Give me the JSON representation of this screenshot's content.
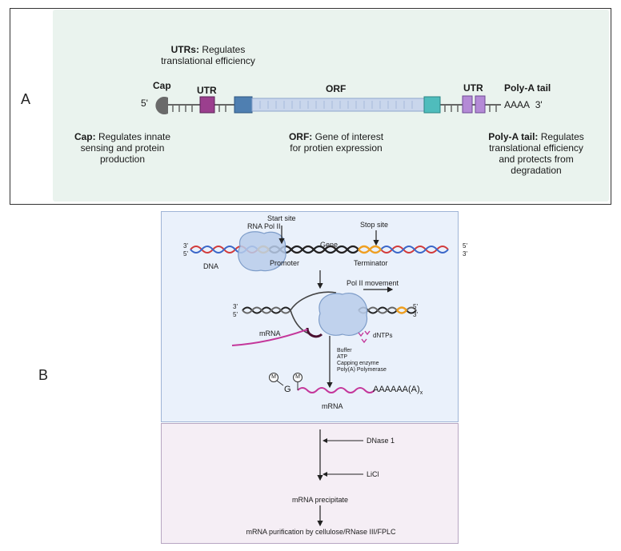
{
  "panel_a": {
    "letter": "A",
    "five_prime": "5'",
    "three_prime": "3'",
    "cap_label": "Cap",
    "utr_left_label": "UTR",
    "orf_label": "ORF",
    "utr_right_label": "UTR",
    "polya_label": "Poly-A tail",
    "polya_seq": "AAAA",
    "utrs_note_bold": "UTRs:",
    "utrs_note_line1": "Regulates",
    "utrs_note_line2": "translational efficiency",
    "cap_note_bold": "Cap:",
    "cap_note_line1": "Regulates innate",
    "cap_note_line2": "sensing and protein",
    "cap_note_line3": "production",
    "orf_note_bold": "ORF:",
    "orf_note_line1": "Gene of interest",
    "orf_note_line2": "for protien expression",
    "polya_note_bold": "Poly-A tail:",
    "polya_note_line1": "Regulates",
    "polya_note_line2": "translational efficiency",
    "polya_note_line3": "and protects from",
    "polya_note_line4": "degradation",
    "colors": {
      "utr_left": "#9b3f8e",
      "orf_left": "#4f7fb1",
      "orf_body": "#c9d6ec",
      "orf_right": "#4fbcbc",
      "utr_right": "#b48ad6"
    }
  },
  "panel_b": {
    "letter": "B",
    "rna_pol": "RNA Pol II",
    "start_site": "Start site",
    "stop_site": "Stop site",
    "gene": "Gene",
    "dna": "DNA",
    "promoter": "Promoter",
    "terminator": "Terminator",
    "three_prime": "3'",
    "five_prime": "5'",
    "pol_movement": "Pol II movement",
    "mrna": "mRNA",
    "dntps": "dNTPs",
    "reagents": [
      "Buffer",
      "ATP",
      "Capping enzyme",
      "Poly(A) Polymerase"
    ],
    "cap_g": "G",
    "m_label": "M",
    "polya_tail": "AAAAAA(A)",
    "polya_sub": "x",
    "mrna_product": "mRNA",
    "dnase": "DNase 1",
    "licl": "LiCl",
    "precipitate": "mRNA precipitate",
    "purification": "mRNA purification by cellulose/RNase III/FPLC"
  }
}
